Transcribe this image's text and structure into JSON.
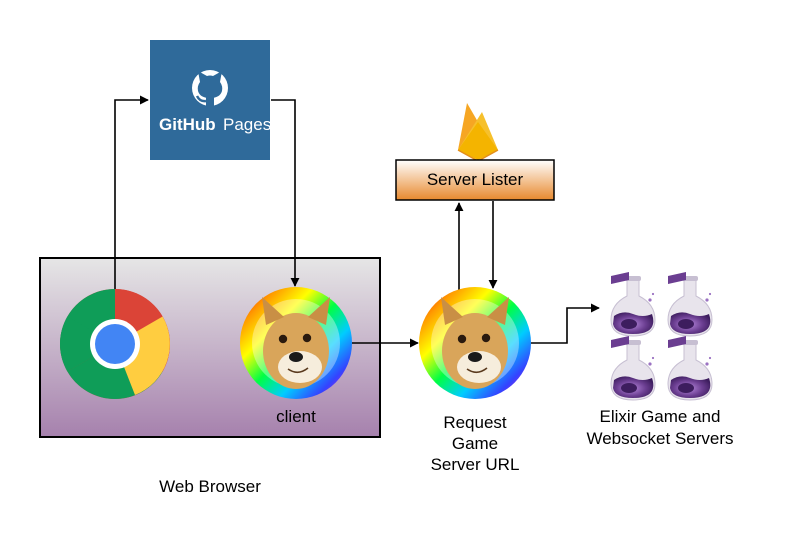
{
  "github_pages": {
    "brand": "GitHub",
    "product": "Pages"
  },
  "server_lister": {
    "label": "Server Lister"
  },
  "web_browser": {
    "label": "Web Browser",
    "client_label": "client"
  },
  "request_node": {
    "label_lines": [
      "Request",
      "Game",
      "Server URL"
    ]
  },
  "elixir_servers": {
    "label_lines": [
      "Elixir Game and",
      "Websocket Servers"
    ],
    "tag": "elixir"
  },
  "icons": [
    "github-pages-icon",
    "firebase-icon",
    "chrome-icon",
    "doge-icon",
    "elixir-flask-icon"
  ],
  "colors": {
    "github_bg": "#2f6a9a",
    "lister_top": "#ffffff",
    "lister_bottom": "#e8892e",
    "browser_top": "#e6e6e6",
    "browser_bottom": "#a681ad",
    "elixir_purple": "#6b3e91"
  }
}
